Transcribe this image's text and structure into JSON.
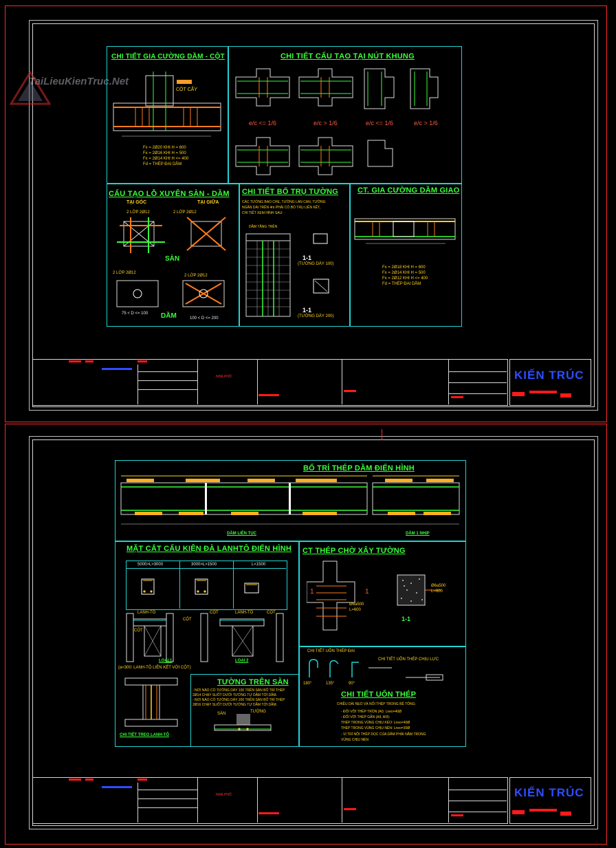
{
  "watermark": {
    "text": "TaiLieuKienTruc.Net"
  },
  "sheet1": {
    "panels": {
      "beam_col_reinf": {
        "title": "CHI TIẾT GIA CƯỜNG DẦM - CỘT",
        "label_col": "CỘT CẤY",
        "notes": [
          "Fx = 2Ø20 KHI H = 600",
          "Fx = 2Ø16 KHI H = 500",
          "Fx = 2Ø14 KHI H <= 400",
          "Fd = THÉP ĐAI DẦM"
        ]
      },
      "frame_node": {
        "title": "CHI TIẾT CẤU TẠO TẠI NÚT KHUNG",
        "ratios": [
          "e/c <= 1/6",
          "e/c > 1/6",
          "e/c <= 1/6",
          "e/c > 1/6"
        ]
      },
      "slab_hole": {
        "title": "CẤU TẠO LỖ XUYÊN SÀN - DẦM",
        "sub_left": "TẠI GÓC",
        "sub_right": "TẠI GIỮA",
        "lop_left": "2 LỚP 2Ø12",
        "lop_right": "2 LỚP 2Ø12",
        "san_label": "SÀN",
        "lop_b1": "2 LỚP 2Ø12",
        "lop_b2": "2 LỚP 2Ø12",
        "range_left": "75 < D <= 100",
        "range_right": "100 < D <= 200",
        "dam_label": "DẦM"
      },
      "wall_pier": {
        "title": "CHI TIẾT BỔ TRỤ TƯỜNG",
        "notes": [
          "CÁC TƯỜNG BAO CHE, TƯỜNG LAN CAN, TƯỜNG",
          "NGĂN DÀI TRÊN 4m PHẢI CÓ BỔ TRỤ LIÊN KẾT,",
          "CHI TIẾT XEM HÌNH SAU:"
        ],
        "floor_label": "DẦM TẦNG TRÊN",
        "sec1": "1-1",
        "sec1_note": "(TƯỜNG DÀY 100)",
        "sec2": "1-1",
        "sec2_note": "(TƯỜNG DÀY 200)"
      },
      "cross_beam": {
        "title": "CT. GIA CƯỜNG DẦM GIAO",
        "notes": [
          "Fx = 2Ø18 KHI H = 600",
          "Fx = 2Ø14 KHI H = 500",
          "Fx = 2Ø12 KHI H <= 400",
          "Fd = THÉP ĐAI DẦM"
        ]
      }
    },
    "titleblock": {
      "project": "NHÀ PHỐ",
      "brand": "KIẾN TRÚC"
    }
  },
  "sheet2": {
    "panels": {
      "beam_layout": {
        "title": "BỐ TRÍ THÉP DẦM ĐIỂN HÌNH",
        "label_left": "DẦM LIÊN TỤC",
        "label_right": "DẦM 1 NHỊP"
      },
      "lintel": {
        "title": "MẶT CẮT CẤU KIỆN ĐÀ LANHTÔ ĐIỂN HÌNH",
        "headers": [
          "5000>L>3000",
          "3000>L>1500",
          "L<1500"
        ],
        "lintel_label": "LANH-TÔ",
        "col_label": "CỘT",
        "type1": "LOẠI 1",
        "type2": "LOẠI 2",
        "note": "(a<300: LANH-TÔ LIÊN KẾT VỚI CỘT)",
        "hanging": "CHI TIẾT TREO LANH-TÔ"
      },
      "wall_on_slab": {
        "title": "TƯỜNG TRÊN SÀN",
        "notes": [
          "- NƠI NÀO CÓ TƯỜNG DÀY 100 TRÊN SÀN BỐ TRÍ THÉP",
          "  2Ø14 CHẠY SUỐT DƯỚI TƯỜNG TỰ DẦM TỚI DẦM.",
          "- NƠI NÀO CÓ TƯỜNG DÀY 200 TRÊN SÀN BỐ TRÍ THÉP",
          "  2Ø16 CHẠY SUỐT DƯỚI TƯỜNG TỰ DẦM TỚI DẦM."
        ],
        "slab": "SÀN",
        "wall": "TƯỜNG"
      },
      "wall_anchor": {
        "title": "CT THÉP CHỜ XÂY TƯỜNG",
        "sec": "1-1",
        "spec1": "Ø6a500",
        "spec2": "L=600",
        "spec3": "Ø6a500",
        "spec4": "L=600"
      },
      "bending": {
        "sub1": "CHI TIẾT UỐN THÉP ĐAI",
        "sub2": "CHI TIẾT UỐN THÉP CHỊU LỰC",
        "angles": [
          "180°",
          "135°",
          "90°"
        ],
        "title": "CHI TIẾT UỐN THÉP",
        "notes": [
          "CHIỀU DÀI NEO VÀ NỐI THÉP TRONG BÊ TÔNG:",
          "- ĐỐI VỚI THÉP TRÒN (AI): Lneo=40Ø",
          "- ĐỐI VỚI THÉP GÂN (AII, AIII):",
          "   THÉP TRONG VÙNG CHỊU KÉO: Lneo=40Ø",
          "   THÉP TRONG VÙNG CHỊU NÉN: Lneo=30Ø",
          "- VỊ TRÍ NỐI THÉP DỌC CỦA DẦM PHẢI NẰM TRONG",
          "  VÙNG CHỊU NÉN"
        ]
      }
    },
    "titleblock": {
      "project": "NHÀ PHỐ",
      "brand": "KIẾN TRÚC"
    }
  },
  "colors": {
    "panel_border": "#22d3d3",
    "title": "#39ff39",
    "brand": "#2e4dff",
    "frame": "#ff2a2a"
  }
}
